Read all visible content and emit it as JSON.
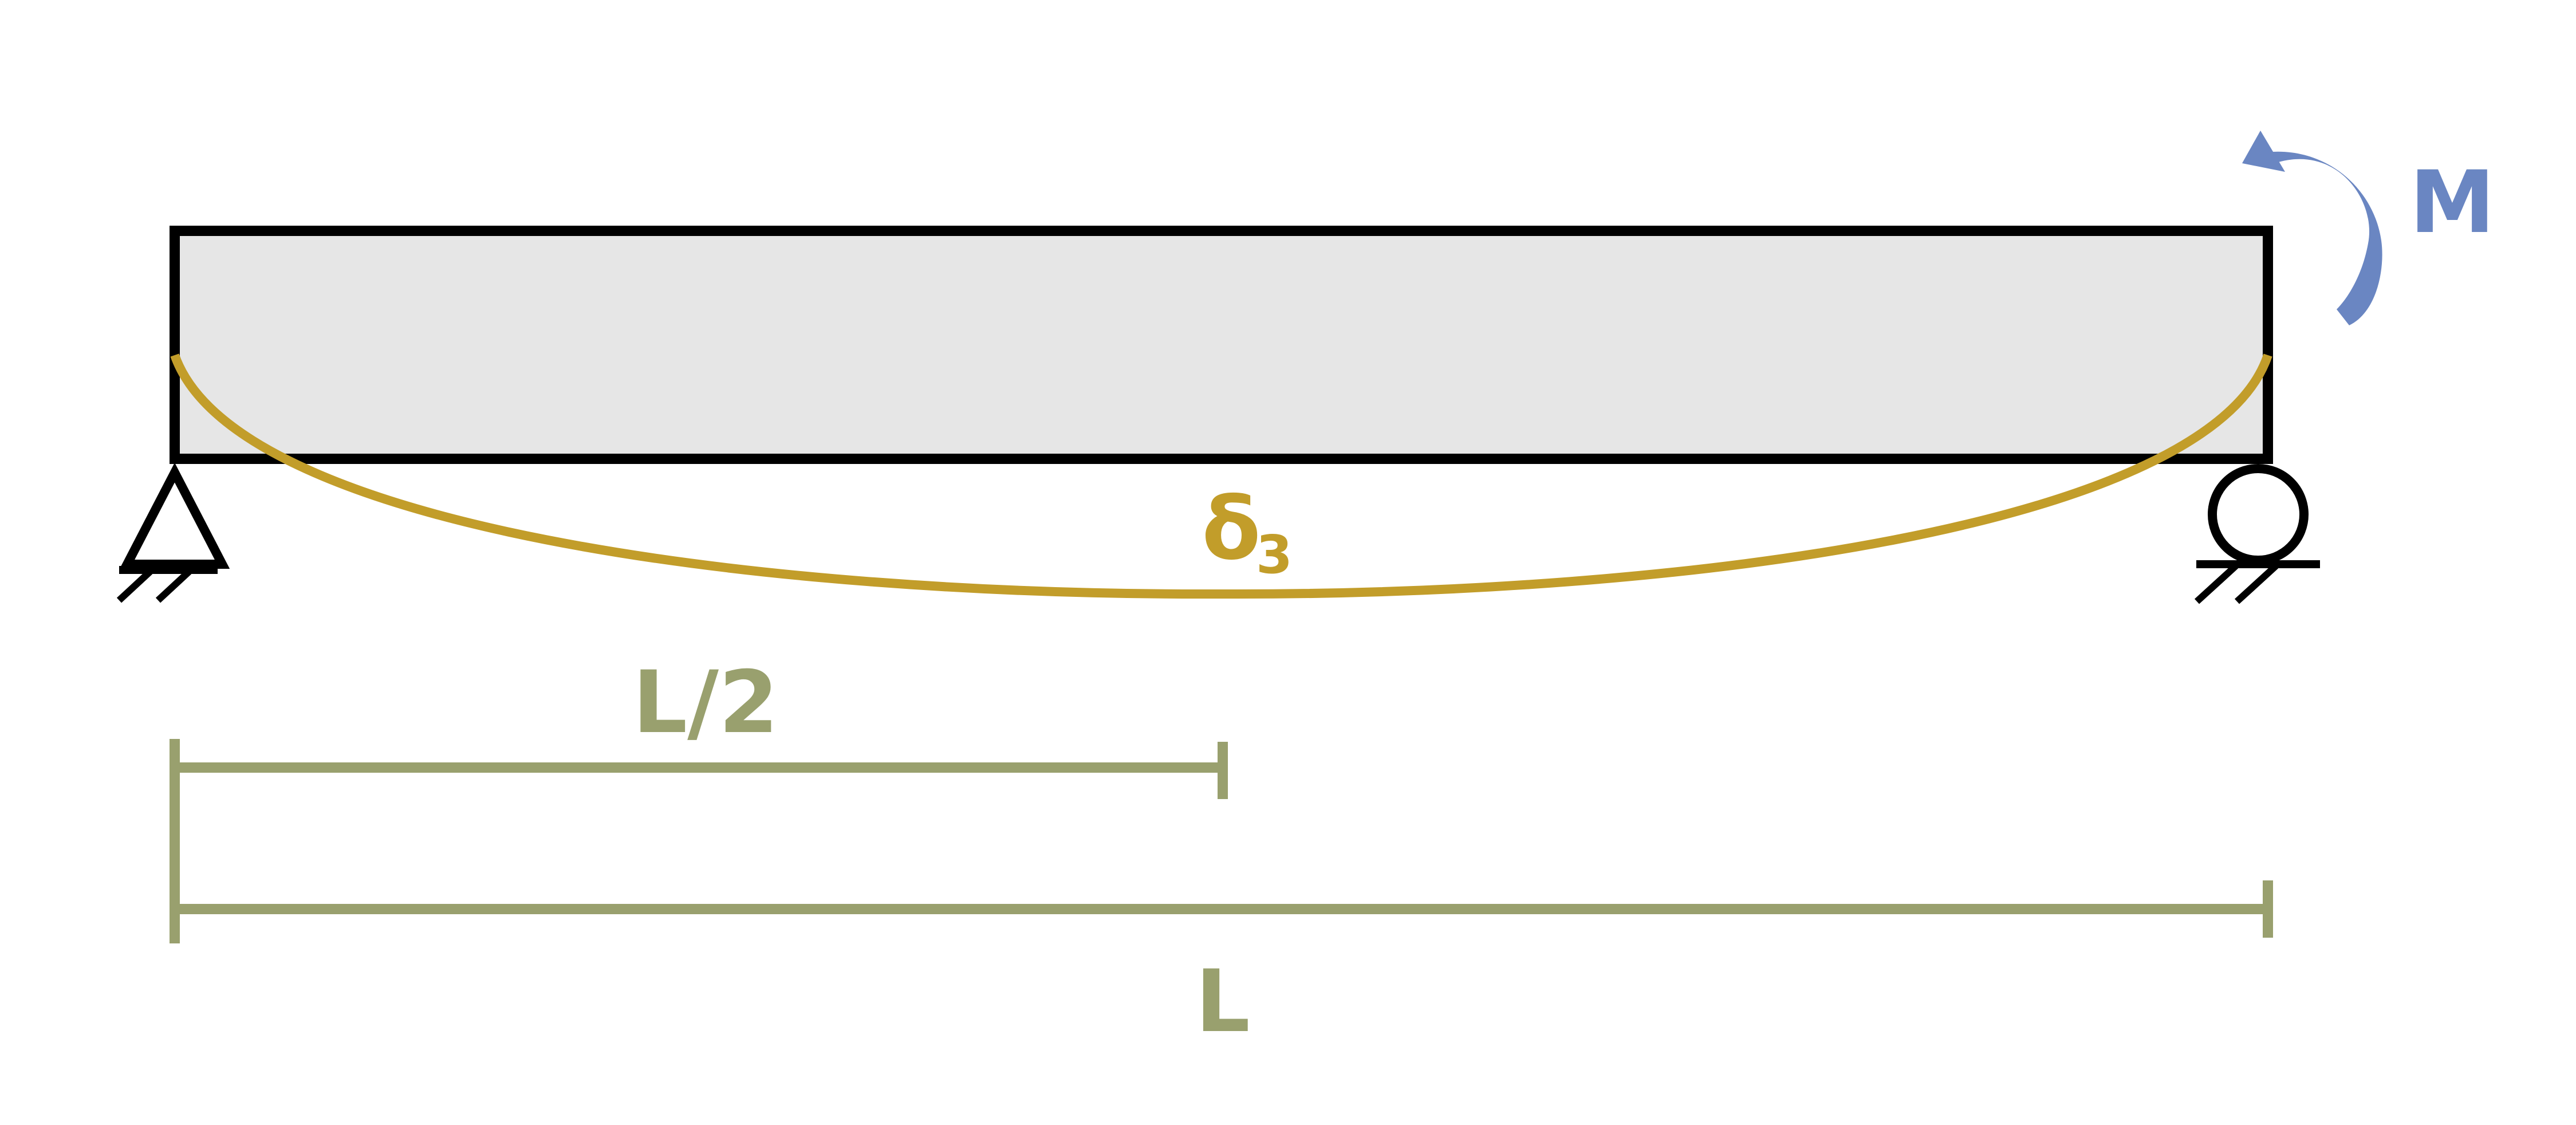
{
  "labels": {
    "moment": "M",
    "deflection": "δ",
    "deflection_sub": "3",
    "half_span": "L/2",
    "span": "L"
  },
  "colors": {
    "beam_fill": "#e6e6e6",
    "outline": "#000000",
    "deflection": "#c29d2a",
    "moment": "#6a86c2",
    "dimension": "#99a06e"
  },
  "icons": {
    "left_support": "pin-support-icon",
    "right_support": "roller-support-icon",
    "moment": "curved-arrow-icon"
  }
}
